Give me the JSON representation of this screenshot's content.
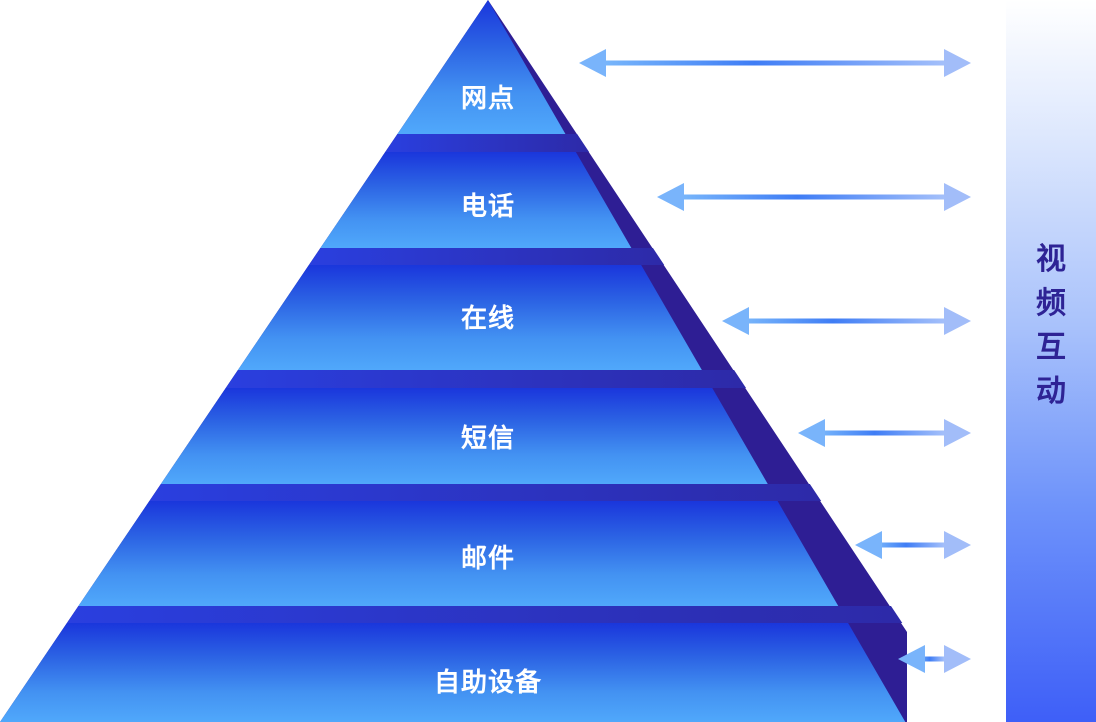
{
  "pyramid": {
    "levels": [
      {
        "label": "网点"
      },
      {
        "label": "电话"
      },
      {
        "label": "在线"
      },
      {
        "label": "短信"
      },
      {
        "label": "邮件"
      },
      {
        "label": "自助设备"
      }
    ]
  },
  "side_panel": {
    "title_chars": [
      "视",
      "频",
      "互",
      "动"
    ]
  },
  "colors": {
    "apex_blue": "#1b3bdc",
    "base_blue": "#4fa6fa",
    "separator": "#2b2fc7",
    "side_shadow": "#2e1e94",
    "arrow_light": "#7ab6fb",
    "arrow_mid": "#3f7cf5",
    "side_text": "#2e2395"
  }
}
